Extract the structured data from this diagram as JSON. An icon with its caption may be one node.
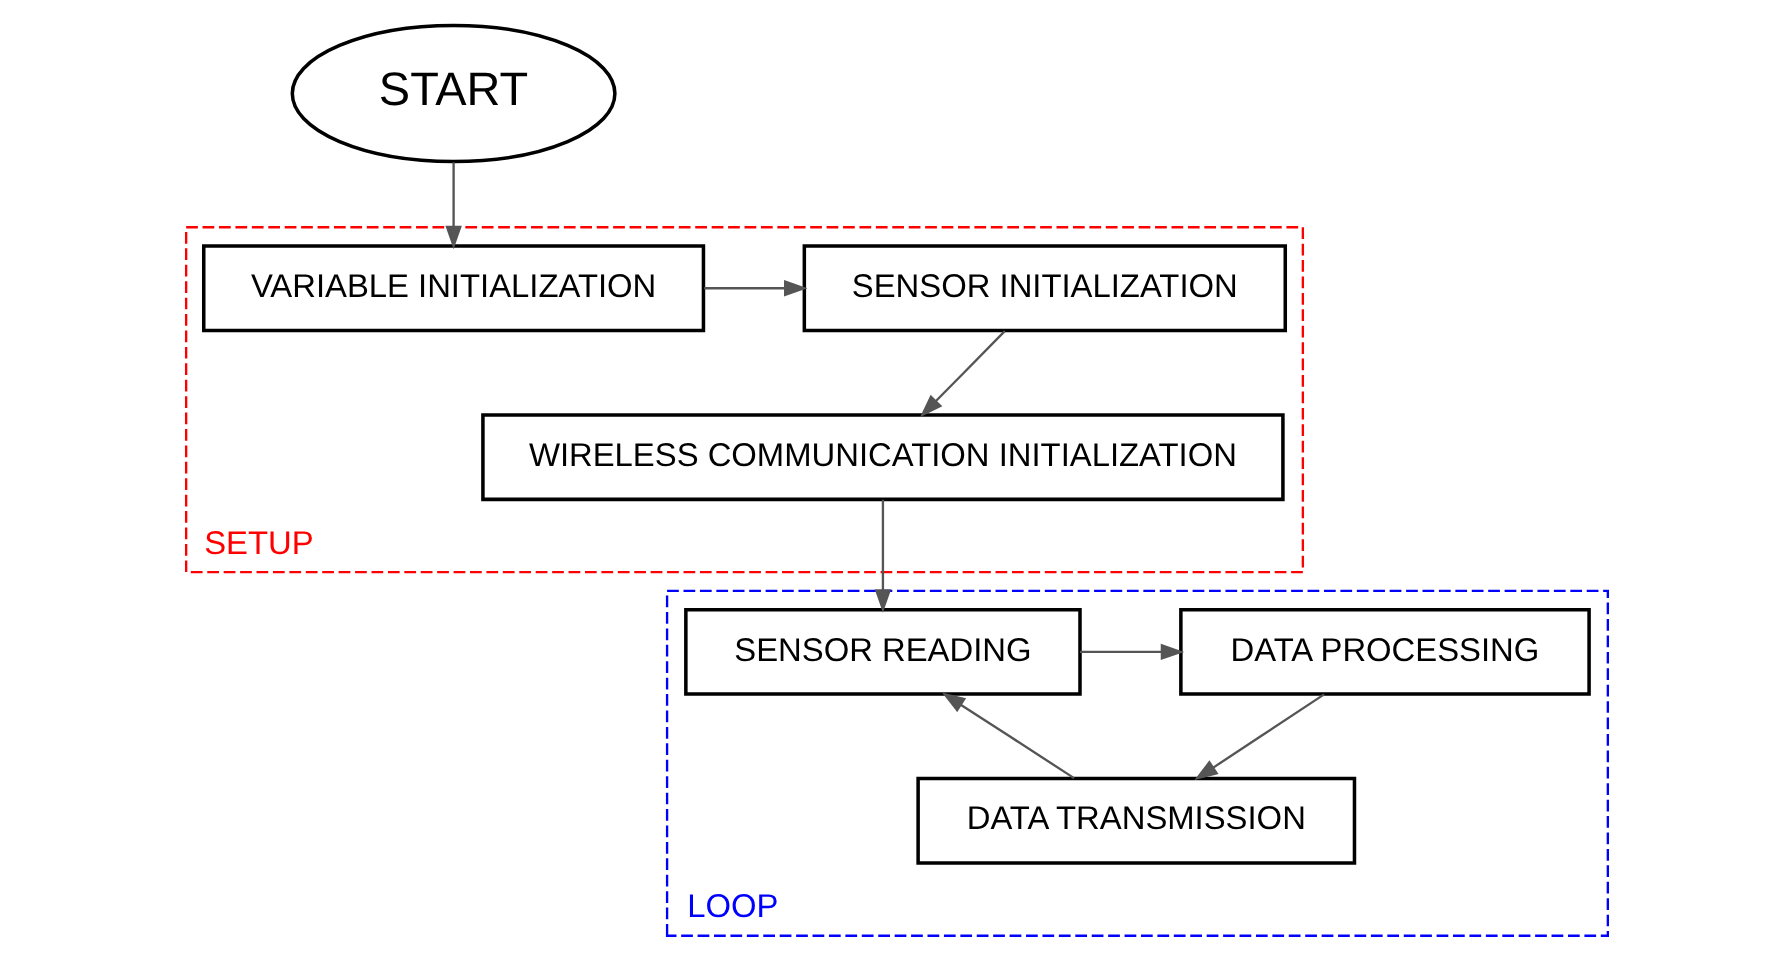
{
  "diagram": {
    "nodes": [
      {
        "text": [
          "START"
        ]
      },
      {
        "text": [
          "SETUP"
        ]
      },
      {
        "text": [
          "VARIABLE INITIALIZATION"
        ],
        "in": 1
      },
      {
        "text": [
          "SENSOR INITIALIZATION"
        ],
        "in": 1
      },
      {
        "text": [
          "WIRELESS COMMUNICATION INITIALIZATION"
        ],
        "in": 1
      },
      {
        "text": [
          "LOOP"
        ]
      },
      {
        "text": [
          "SENSOR READING"
        ],
        "in": 5
      },
      {
        "text": [
          "DATA PROCESSING"
        ],
        "in": 5
      },
      {
        "text": [
          "DATA TRANSMISSION"
        ],
        "in": 5
      }
    ],
    "edges": [
      {
        "from": 0,
        "to": 2,
        "arrow": "to"
      },
      {
        "from": 2,
        "to": 3,
        "arrow": "to"
      },
      {
        "from": 3,
        "to": 4,
        "arrow": "to"
      },
      {
        "from": 4,
        "to": 6,
        "arrow": "to"
      },
      {
        "from": 6,
        "to": 7,
        "arrow": "to"
      },
      {
        "from": 7,
        "to": 8,
        "arrow": "to"
      },
      {
        "from": 8,
        "to": 6,
        "arrow": "to"
      }
    ]
  }
}
